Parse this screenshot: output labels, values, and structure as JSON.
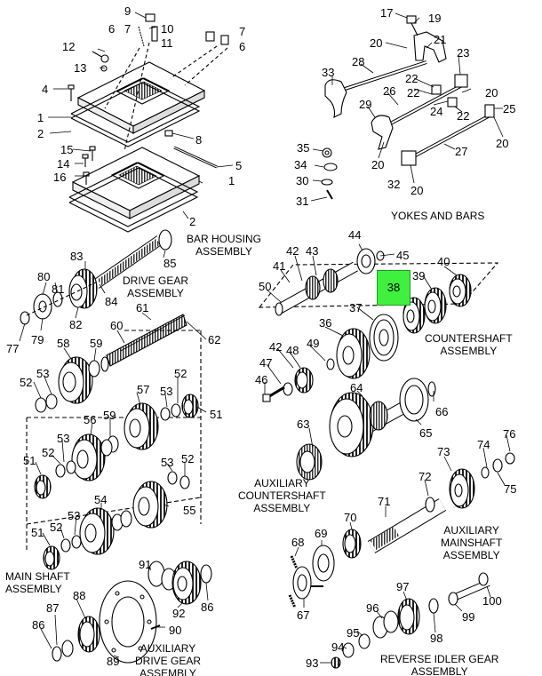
{
  "captions": {
    "yokes_and_bars": "YOKES AND BARS",
    "bar_housing": [
      "BAR HOUSING",
      "ASSEMBLY"
    ],
    "drive_gear": [
      "DRIVE GEAR",
      "ASSEMBLY"
    ],
    "countershaft": [
      "COUNTERSHAFT",
      "ASSEMBLY"
    ],
    "aux_countershaft": [
      "AUXILIARY",
      "COUNTERSHAFT",
      "ASSEMBLY"
    ],
    "aux_mainshaft": [
      "AUXILIARY",
      "MAINSHAFT",
      "ASSEMBLY"
    ],
    "main_shaft": [
      "MAIN SHAFT",
      "ASSEMBLY"
    ],
    "aux_drive_gear": [
      "AUXILIARY",
      "DRIVE GEAR",
      "ASSEMBLY"
    ],
    "reverse_idler": [
      "REVERSE IDLER GEAR",
      "ASSEMBLY"
    ]
  },
  "highlight": {
    "part": "38",
    "color": "#3ff03f"
  },
  "callouts": [
    {
      "id": "c1",
      "t": "9"
    },
    {
      "id": "c2",
      "t": "7"
    },
    {
      "id": "c3",
      "t": "10"
    },
    {
      "id": "c4",
      "t": "6"
    },
    {
      "id": "c5",
      "t": "11"
    },
    {
      "id": "c6",
      "t": "7"
    },
    {
      "id": "c7",
      "t": "6"
    },
    {
      "id": "c8",
      "t": "12"
    },
    {
      "id": "c9",
      "t": "13"
    },
    {
      "id": "c10",
      "t": "4"
    },
    {
      "id": "c11",
      "t": "1"
    },
    {
      "id": "c12",
      "t": "2"
    },
    {
      "id": "c13",
      "t": "8"
    },
    {
      "id": "c14",
      "t": "15"
    },
    {
      "id": "c15",
      "t": "14"
    },
    {
      "id": "c16",
      "t": "16"
    },
    {
      "id": "c17",
      "t": "5"
    },
    {
      "id": "c18",
      "t": "1"
    },
    {
      "id": "c19",
      "t": "2"
    },
    {
      "id": "c20",
      "t": "17"
    },
    {
      "id": "c21",
      "t": "19"
    },
    {
      "id": "c22",
      "t": "20"
    },
    {
      "id": "c23",
      "t": "21"
    },
    {
      "id": "c24",
      "t": "28"
    },
    {
      "id": "c25",
      "t": "23"
    },
    {
      "id": "c26",
      "t": "33"
    },
    {
      "id": "c27",
      "t": "22"
    },
    {
      "id": "c28",
      "t": "20"
    },
    {
      "id": "c29",
      "t": "26"
    },
    {
      "id": "c30",
      "t": "22"
    },
    {
      "id": "c31",
      "t": "29"
    },
    {
      "id": "c32",
      "t": "24"
    },
    {
      "id": "c33",
      "t": "22"
    },
    {
      "id": "c34",
      "t": "25"
    },
    {
      "id": "c35",
      "t": "20"
    },
    {
      "id": "c36",
      "t": "35"
    },
    {
      "id": "c37",
      "t": "20"
    },
    {
      "id": "c38",
      "t": "27"
    },
    {
      "id": "c39",
      "t": "34"
    },
    {
      "id": "c40",
      "t": "30"
    },
    {
      "id": "c41",
      "t": "32"
    },
    {
      "id": "c42",
      "t": "20"
    },
    {
      "id": "c43",
      "t": "31"
    },
    {
      "id": "c44",
      "t": "83"
    },
    {
      "id": "c45",
      "t": "85"
    },
    {
      "id": "c46",
      "t": "80"
    },
    {
      "id": "c47",
      "t": "81"
    },
    {
      "id": "c48",
      "t": "84"
    },
    {
      "id": "c49",
      "t": "82"
    },
    {
      "id": "c50",
      "t": "77"
    },
    {
      "id": "c51",
      "t": "79"
    },
    {
      "id": "c52",
      "t": "61"
    },
    {
      "id": "c53",
      "t": "60"
    },
    {
      "id": "c54",
      "t": "62"
    },
    {
      "id": "c55",
      "t": "58"
    },
    {
      "id": "c56",
      "t": "59"
    },
    {
      "id": "c57",
      "t": "44"
    },
    {
      "id": "c58",
      "t": "45"
    },
    {
      "id": "c59",
      "t": "42"
    },
    {
      "id": "c60",
      "t": "43"
    },
    {
      "id": "c61",
      "t": "41"
    },
    {
      "id": "c62",
      "t": "50"
    },
    {
      "id": "c63",
      "t": "39"
    },
    {
      "id": "c64",
      "t": "40"
    },
    {
      "id": "c65",
      "t": "37"
    },
    {
      "id": "c66",
      "t": "36"
    },
    {
      "id": "c67",
      "t": "42"
    },
    {
      "id": "c68",
      "t": "48"
    },
    {
      "id": "c69",
      "t": "49"
    },
    {
      "id": "c70",
      "t": "47"
    },
    {
      "id": "c71",
      "t": "46"
    },
    {
      "id": "c72",
      "t": "64"
    },
    {
      "id": "c73",
      "t": "66"
    },
    {
      "id": "c74",
      "t": "63"
    },
    {
      "id": "c75",
      "t": "65"
    },
    {
      "id": "c76",
      "t": "52"
    },
    {
      "id": "c77",
      "t": "53"
    },
    {
      "id": "c78",
      "t": "57"
    },
    {
      "id": "c79",
      "t": "53"
    },
    {
      "id": "c80",
      "t": "52"
    },
    {
      "id": "c81",
      "t": "51"
    },
    {
      "id": "c82",
      "t": "56"
    },
    {
      "id": "c83",
      "t": "59"
    },
    {
      "id": "c84",
      "t": "53"
    },
    {
      "id": "c85",
      "t": "52"
    },
    {
      "id": "c86",
      "t": "51"
    },
    {
      "id": "c87",
      "t": "53"
    },
    {
      "id": "c88",
      "t": "52"
    },
    {
      "id": "c89",
      "t": "54"
    },
    {
      "id": "c90",
      "t": "55"
    },
    {
      "id": "c91",
      "t": "53"
    },
    {
      "id": "c92",
      "t": "52"
    },
    {
      "id": "c93",
      "t": "51"
    },
    {
      "id": "c94",
      "t": "76"
    },
    {
      "id": "c95",
      "t": "73"
    },
    {
      "id": "c96",
      "t": "74"
    },
    {
      "id": "c97",
      "t": "72"
    },
    {
      "id": "c98",
      "t": "75"
    },
    {
      "id": "c99",
      "t": "71"
    },
    {
      "id": "c100",
      "t": "70"
    },
    {
      "id": "c101",
      "t": "68"
    },
    {
      "id": "c102",
      "t": "69"
    },
    {
      "id": "c103",
      "t": "67"
    },
    {
      "id": "c104",
      "t": "91"
    },
    {
      "id": "c105",
      "t": "88"
    },
    {
      "id": "c106",
      "t": "87"
    },
    {
      "id": "c107",
      "t": "86"
    },
    {
      "id": "c108",
      "t": "92"
    },
    {
      "id": "c109",
      "t": "86"
    },
    {
      "id": "c110",
      "t": "90"
    },
    {
      "id": "c111",
      "t": "89"
    },
    {
      "id": "c112",
      "t": "97"
    },
    {
      "id": "c113",
      "t": "100"
    },
    {
      "id": "c114",
      "t": "96"
    },
    {
      "id": "c115",
      "t": "99"
    },
    {
      "id": "c116",
      "t": "95"
    },
    {
      "id": "c117",
      "t": "98"
    },
    {
      "id": "c118",
      "t": "94"
    },
    {
      "id": "c119",
      "t": "93"
    }
  ]
}
